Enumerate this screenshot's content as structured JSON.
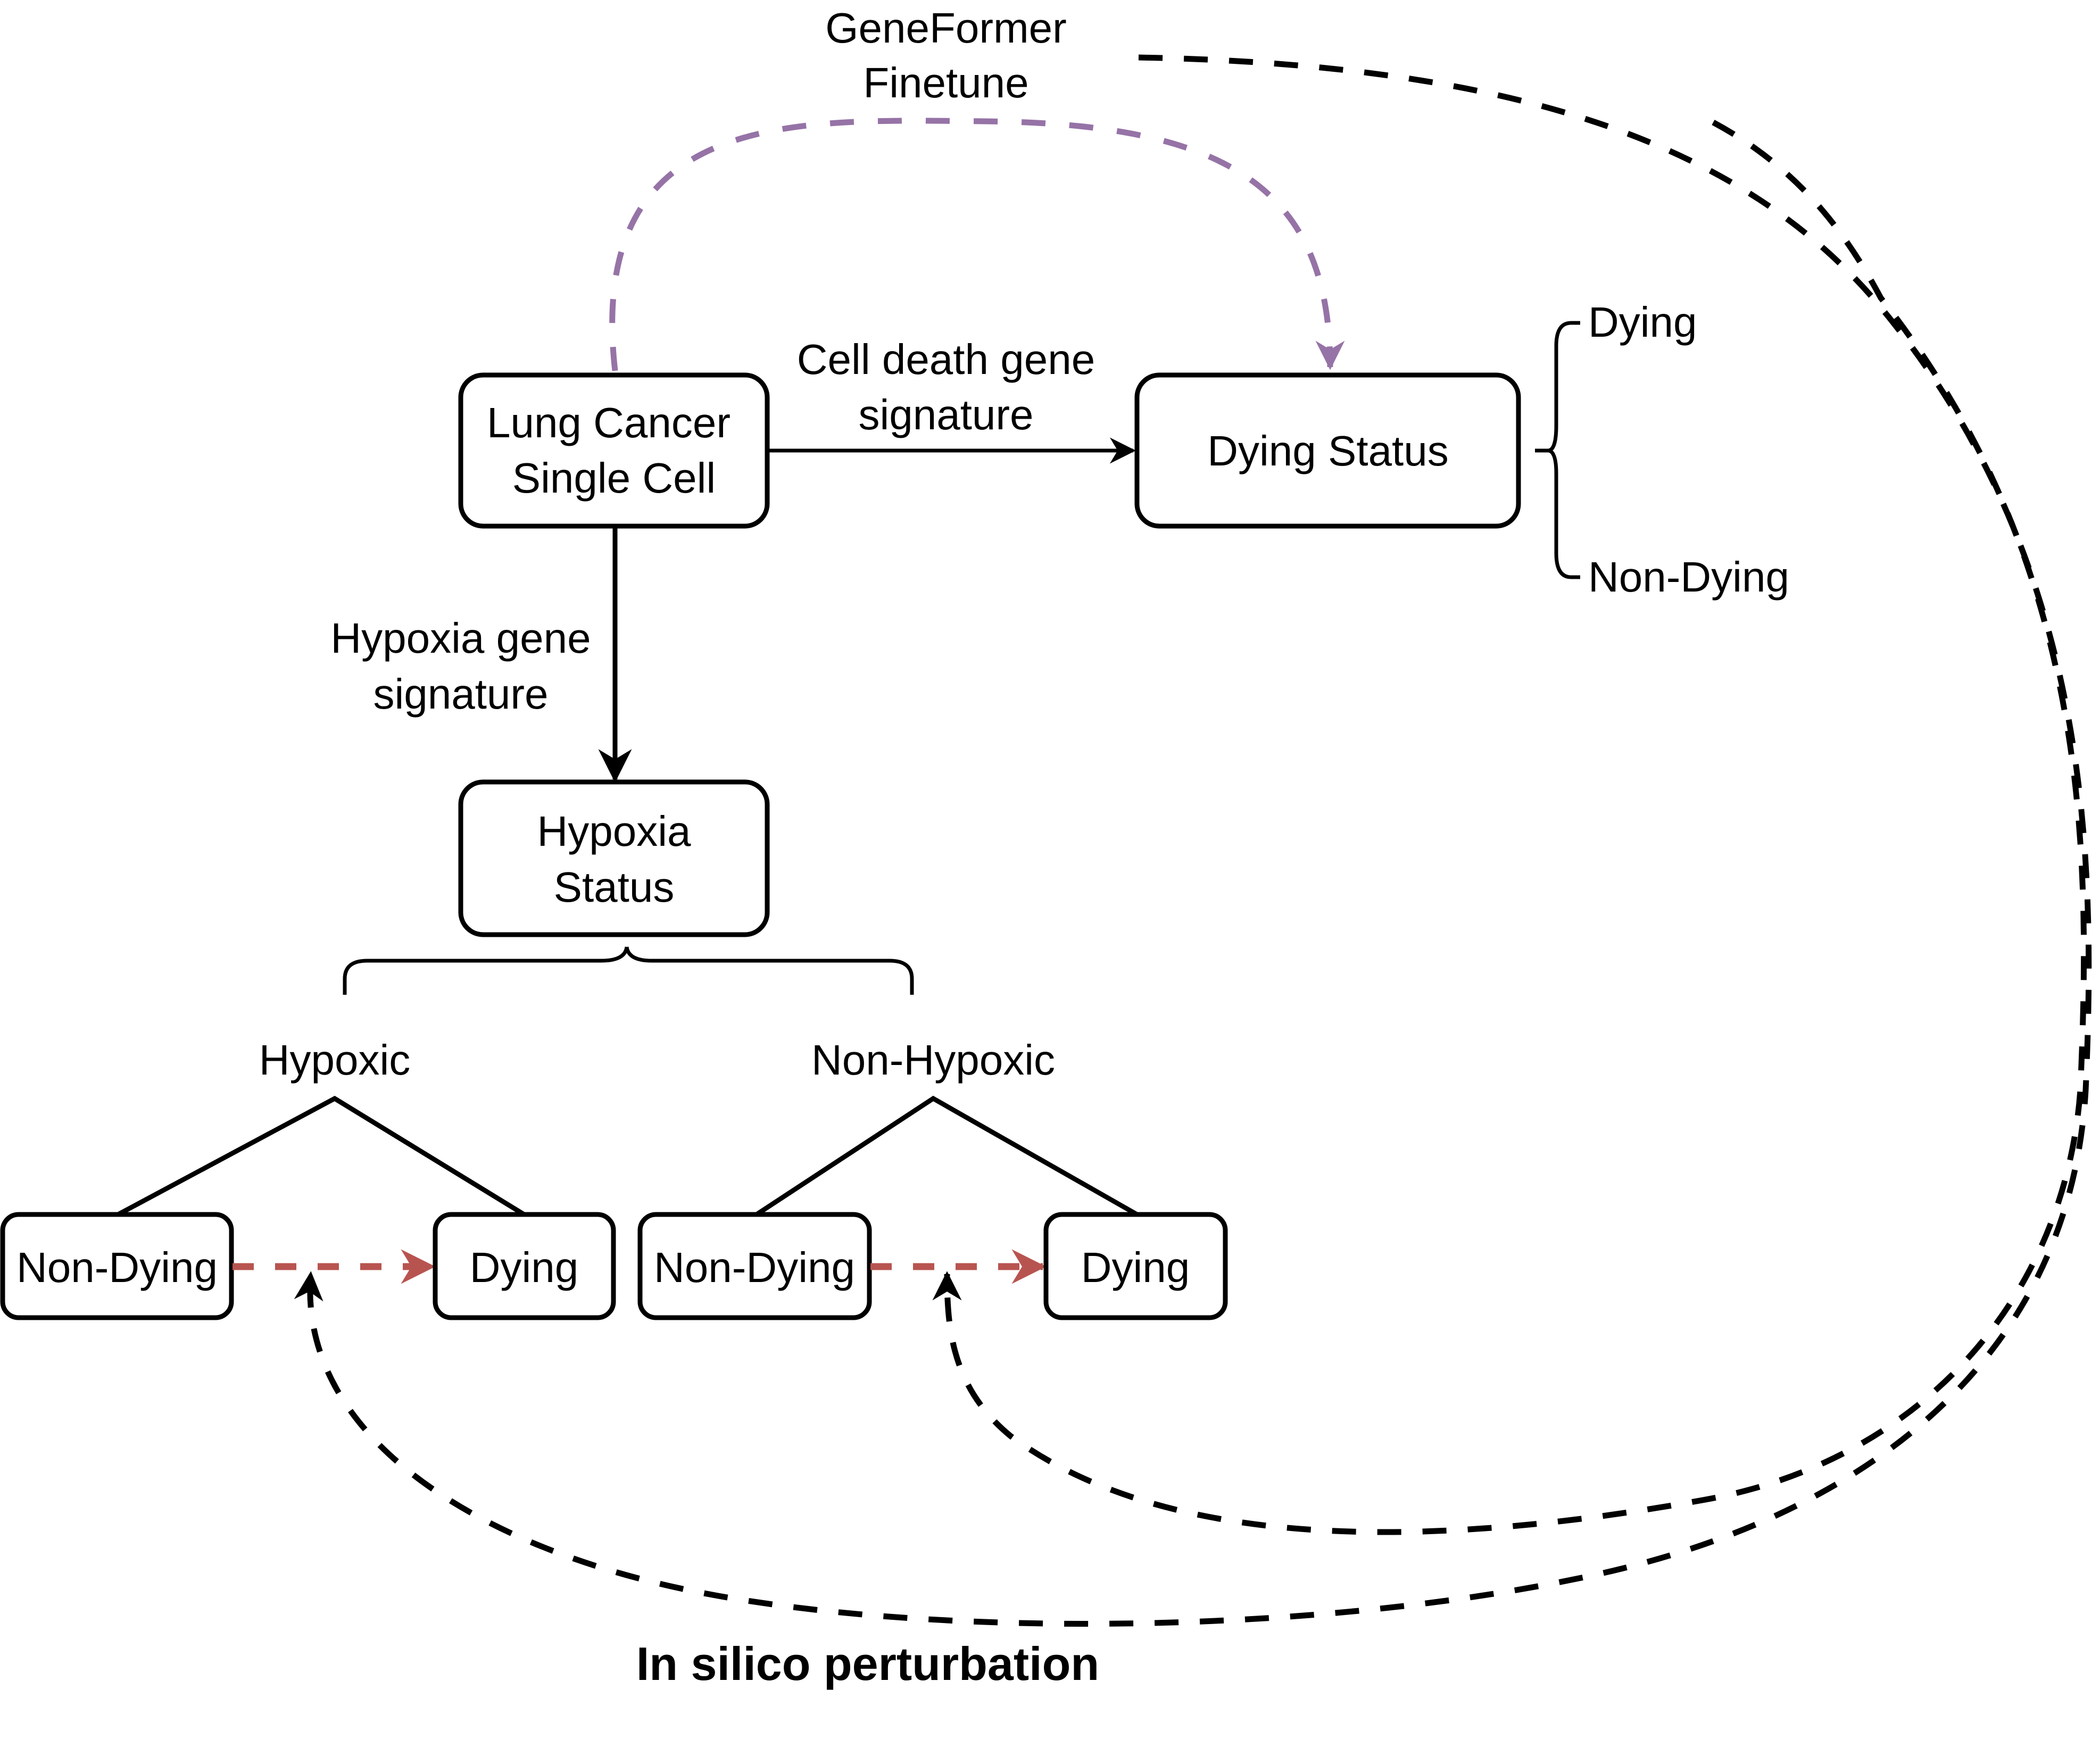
{
  "colors": {
    "finetune_arrow": "#9673a6",
    "transition_arrow": "#b85450",
    "perturbation_arrow": "#000000",
    "box_stroke": "#000000"
  },
  "finetune": {
    "label_line1": "GeneFormer",
    "label_line2": "Finetune"
  },
  "nodes": {
    "lung_cancer": {
      "line1": "Lung Cancer",
      "line2": "Single Cell"
    },
    "dying_status": {
      "label": "Dying Status"
    },
    "hypoxia_status": {
      "line1": "Hypoxia",
      "line2": "Status"
    }
  },
  "edges": {
    "cell_death": {
      "line1": "Cell death gene",
      "line2": "signature"
    },
    "hypoxia_sig": {
      "line1": "Hypoxia gene",
      "line2": "signature"
    }
  },
  "dying_outcomes": {
    "top": "Dying",
    "bottom": "Non-Dying"
  },
  "hypoxia_groups": [
    {
      "label": "Hypoxic",
      "from": "Non-Dying",
      "to": "Dying"
    },
    {
      "label": "Non-Hypoxic",
      "from": "Non-Dying",
      "to": "Dying"
    }
  ],
  "perturbation": {
    "label": "In silico perturbation"
  }
}
